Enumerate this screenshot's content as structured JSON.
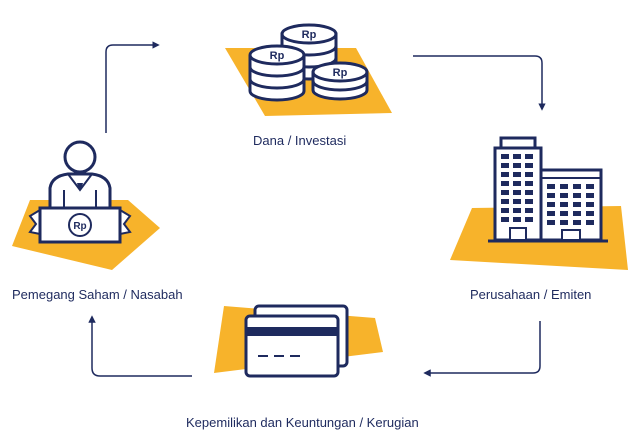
{
  "nodes": {
    "investment": {
      "label": "Dana / Investasi",
      "coin_symbol": "Rp"
    },
    "company": {
      "label": "Perusahaan / Emiten"
    },
    "ownership": {
      "label": "Kepemilikan dan Keuntungan / Kerugian"
    },
    "shareholder": {
      "label": "Pemegang Saham / Nasabah",
      "note_symbol": "Rp"
    }
  },
  "colors": {
    "navy": "#1e2a5e",
    "accent": "#f7b32b",
    "white": "#ffffff"
  },
  "icons": [
    "coins-stack-icon",
    "office-buildings-icon",
    "bank-cards-icon",
    "person-at-desk-icon",
    "arrow-icon"
  ]
}
